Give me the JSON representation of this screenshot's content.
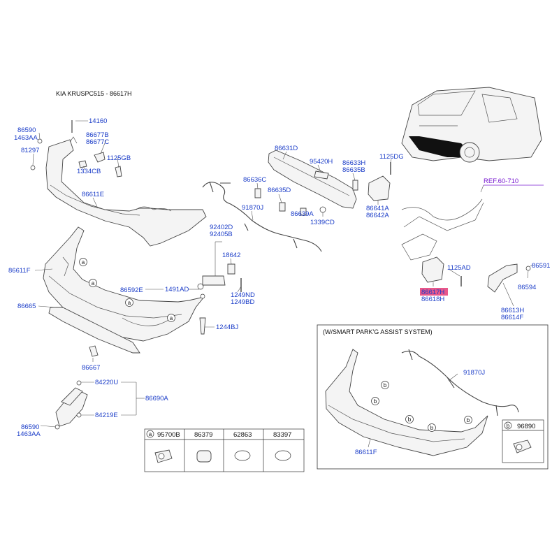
{
  "header": "KIA KRUSPC515 - 86617H",
  "ref_label": "REF.60-710",
  "inset_title": "(W/SMART PARK'G ASSIST SYSTEM)",
  "highlight": {
    "part": "86617H",
    "color": "#e8578a"
  },
  "labels": {
    "p86590_a": "86590",
    "p1463AA_a": "1463AA",
    "p14160": "14160",
    "p86677B": "86677B",
    "p86677C": "86677C",
    "p81297": "81297",
    "p1125GB": "1125GB",
    "p1334CB": "1334CB",
    "p86611E": "86611E",
    "p86631D": "86631D",
    "p95420H": "95420H",
    "p86633H": "86633H",
    "p86635B": "86635B",
    "p1125DG": "1125DG",
    "p86636C": "86636C",
    "p86635D": "86635D",
    "p91870J_a": "91870J",
    "p86639A": "86639A",
    "p1339CD": "1339CD",
    "p86641A": "86641A",
    "p86642A": "86642A",
    "p92402D": "92402D",
    "p92405B": "92405B",
    "p18642": "18642",
    "p86611F_a": "86611F",
    "p86592E": "86592E",
    "p1491AD": "1491AD",
    "p1249ND": "1249ND",
    "p1249BD": "1249BD",
    "p86665": "86665",
    "p1244BJ": "1244BJ",
    "p86667": "86667",
    "p84220U": "84220U",
    "p86690A": "86690A",
    "p84219E": "84219E",
    "p86590_b": "86590",
    "p1463AA_b": "1463AA",
    "p1125AD": "1125AD",
    "p86617H": "86617H",
    "p86618H": "86618H",
    "p86591": "86591",
    "p86594": "86594",
    "p86613H": "86613H",
    "p86614F": "86614F",
    "p91870J_b": "91870J",
    "p86611F_b": "86611F"
  },
  "circle_letters": {
    "a": "a",
    "b": "b"
  },
  "legend_table": {
    "headers": [
      "95700B",
      "86379",
      "62863",
      "83397"
    ],
    "first_letter": "a"
  },
  "inset_legend": {
    "letter": "b",
    "part": "96890"
  }
}
